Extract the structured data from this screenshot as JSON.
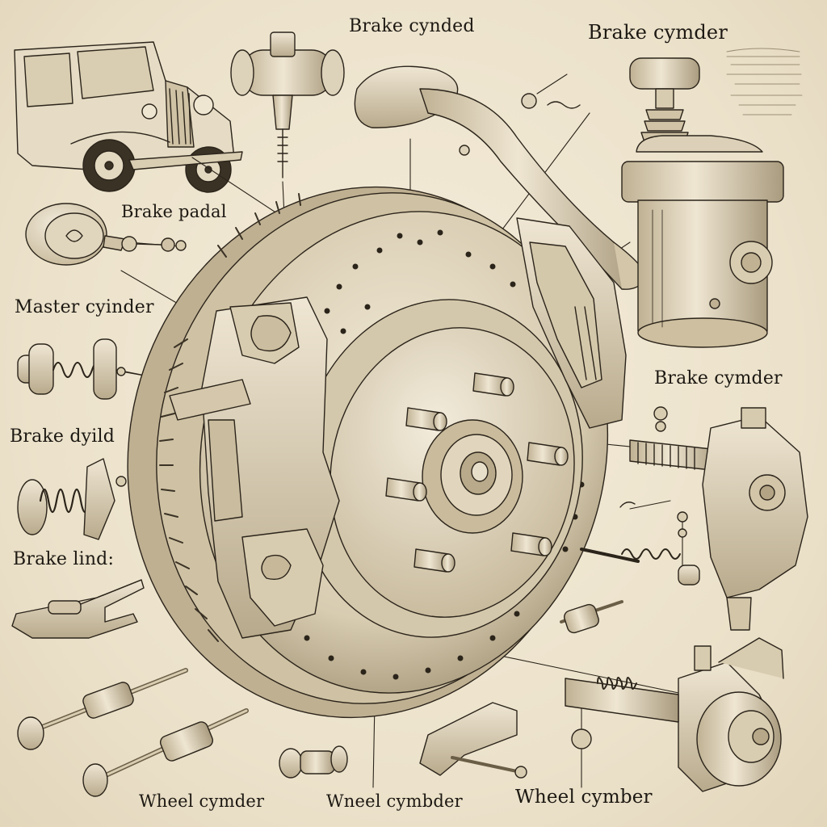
{
  "labels": {
    "brake_cynded": "Brake cynded",
    "brake_cymder_top": "Brake cymder",
    "brake_padal": "Brake padal",
    "master_cyinder": "Master cyinder",
    "brake_cymder_right": "Brake cymder",
    "brake_dyild": "Brake dyild",
    "brake_lind": "Brake lind:",
    "wheel_cymder": "Wheel cymder",
    "wneel_cymbder": "Wneel cymbder",
    "wheel_cymber": "Wheel cymber"
  },
  "colors": {
    "background": "#efe6d2",
    "ink": "#1c1812",
    "metal_light": "#e9dfc9",
    "metal_mid": "#cbbd9f",
    "metal_dark": "#9c8e72"
  }
}
